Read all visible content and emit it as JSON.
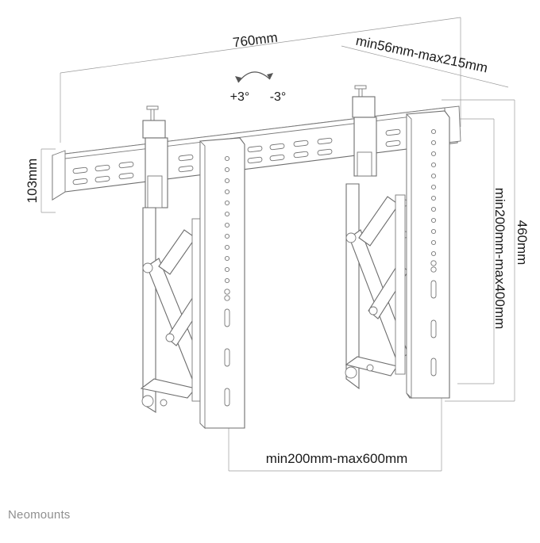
{
  "dimensions": {
    "rail_width": "760mm",
    "rail_height": "103mm",
    "depth": "min56mm-max215mm",
    "tilt_up": "+3°",
    "tilt_down": "-3°",
    "vertical_pattern": "min200mm-max400mm",
    "height": "460mm",
    "horizontal_pattern": "min200mm-max600mm"
  },
  "brand": {
    "name": "Neomounts"
  }
}
